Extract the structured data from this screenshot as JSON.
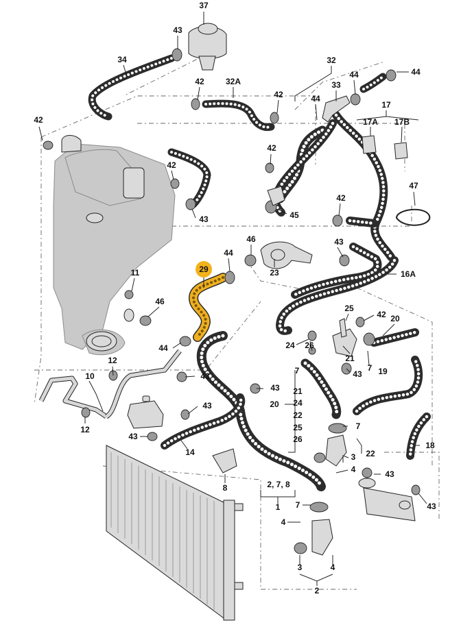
{
  "callouts": {
    "c37": "37",
    "c43_top": "43",
    "c34": "34",
    "c42_left": "42",
    "c42_a": "42",
    "c32A": "32A",
    "c42_b": "42",
    "c32": "32",
    "c44_top": "44",
    "c44_r": "44",
    "c33": "33",
    "c44_mid": "44",
    "c17": "17",
    "c17A": "17A",
    "c17B": "17B",
    "c42_c": "42",
    "c42_d": "42",
    "c43_e": "43",
    "c45": "45",
    "c47": "47",
    "c42_f": "42",
    "c43_f": "43",
    "c16A": "16A",
    "c46_top": "46",
    "c44_g": "44",
    "c29": "29",
    "c23": "23",
    "c11": "11",
    "c46_l": "46",
    "c44_l": "44",
    "c25": "25",
    "c42_g": "42",
    "c20_r": "20",
    "c24": "24",
    "c26": "26",
    "c21_a": "21",
    "c43_g": "43",
    "c7_a": "7",
    "c19": "19",
    "c12_a": "12",
    "c10": "10",
    "c43_h": "43",
    "c43_i": "43",
    "c7_b": "7",
    "c21_b": "21",
    "c24_b": "24",
    "c20_l": "20",
    "c22_a": "22",
    "c25_b": "25",
    "c26_b": "26",
    "c43_j": "43",
    "c12_b": "12",
    "c43_k": "43",
    "c14": "14",
    "c7_c": "7",
    "c18": "18",
    "c3_a": "3",
    "c22_b": "22",
    "c4_a": "4",
    "c43_l": "43",
    "c8": "8",
    "c278": "2, 7, 8",
    "c43_m": "43",
    "c1": "1",
    "c7_d": "7",
    "c4_b": "4",
    "c3_b": "3",
    "c4_c": "4",
    "c2": "2"
  },
  "colors": {
    "highlight": "#f2b21c",
    "hose": "#2c2c2c",
    "engine": "#c9c9c9"
  },
  "icons": [
    "radiator-icon",
    "expansion-tank-icon",
    "engine-block-icon",
    "oil-cooler-icon",
    "hose-clamp-icon"
  ]
}
